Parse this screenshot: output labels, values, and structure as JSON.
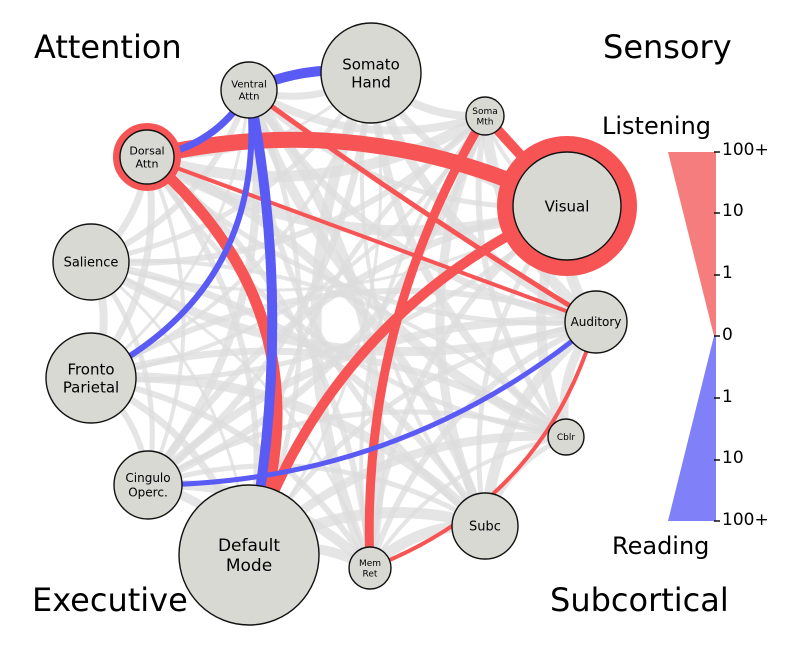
{
  "corners": {
    "top_left": "Attention",
    "top_right": "Sensory",
    "bottom_left": "Executive",
    "bottom_right": "Subcortical"
  },
  "legend": {
    "top_label": "Listening",
    "bottom_label": "Reading",
    "ticks": [
      "100+",
      "10",
      "1",
      "0",
      "1",
      "10",
      "100+"
    ],
    "listening_color": "#f57d7d",
    "reading_color": "#8080f8"
  },
  "colors": {
    "listening": "#f75555",
    "reading": "#5a5af5",
    "background_edge": "#dcdcdc",
    "node_fill": "#d8d9d3",
    "node_stroke": "#111111"
  },
  "nodes": [
    {
      "id": "ventral",
      "lines": [
        "Ventral",
        "Attn"
      ]
    },
    {
      "id": "somatohand",
      "lines": [
        "Somato",
        "Hand"
      ]
    },
    {
      "id": "somamth",
      "lines": [
        "Soma",
        "Mth"
      ]
    },
    {
      "id": "dorsal",
      "lines": [
        "Dorsal",
        "Attn"
      ],
      "ring": "listening"
    },
    {
      "id": "visual",
      "lines": [
        "Visual"
      ],
      "ring": "listening"
    },
    {
      "id": "salience",
      "lines": [
        "Salience"
      ]
    },
    {
      "id": "auditory",
      "lines": [
        "Auditory"
      ]
    },
    {
      "id": "fronto",
      "lines": [
        "Fronto",
        "Parietal"
      ]
    },
    {
      "id": "cblr",
      "lines": [
        "Cblr"
      ]
    },
    {
      "id": "cingulo",
      "lines": [
        "Cingulo",
        "Operc."
      ]
    },
    {
      "id": "subc",
      "lines": [
        "Subc"
      ]
    },
    {
      "id": "default",
      "lines": [
        "Default",
        "Mode"
      ]
    },
    {
      "id": "memret",
      "lines": [
        "Mem",
        "Ret"
      ]
    }
  ],
  "edges": [
    {
      "from": "dorsal",
      "to": "visual",
      "kind": "listening"
    },
    {
      "from": "dorsal",
      "to": "auditory",
      "kind": "listening"
    },
    {
      "from": "dorsal",
      "to": "default",
      "kind": "listening"
    },
    {
      "from": "ventral",
      "to": "auditory",
      "kind": "listening"
    },
    {
      "from": "somamth",
      "to": "visual",
      "kind": "listening"
    },
    {
      "from": "somamth",
      "to": "memret",
      "kind": "listening"
    },
    {
      "from": "visual",
      "to": "default",
      "kind": "listening"
    },
    {
      "from": "auditory",
      "to": "memret",
      "kind": "listening"
    },
    {
      "from": "ventral",
      "to": "somatohand",
      "kind": "reading"
    },
    {
      "from": "ventral",
      "to": "dorsal",
      "kind": "reading"
    },
    {
      "from": "ventral",
      "to": "fronto",
      "kind": "reading"
    },
    {
      "from": "ventral",
      "to": "default",
      "kind": "reading"
    },
    {
      "from": "auditory",
      "to": "cingulo",
      "kind": "reading"
    }
  ]
}
